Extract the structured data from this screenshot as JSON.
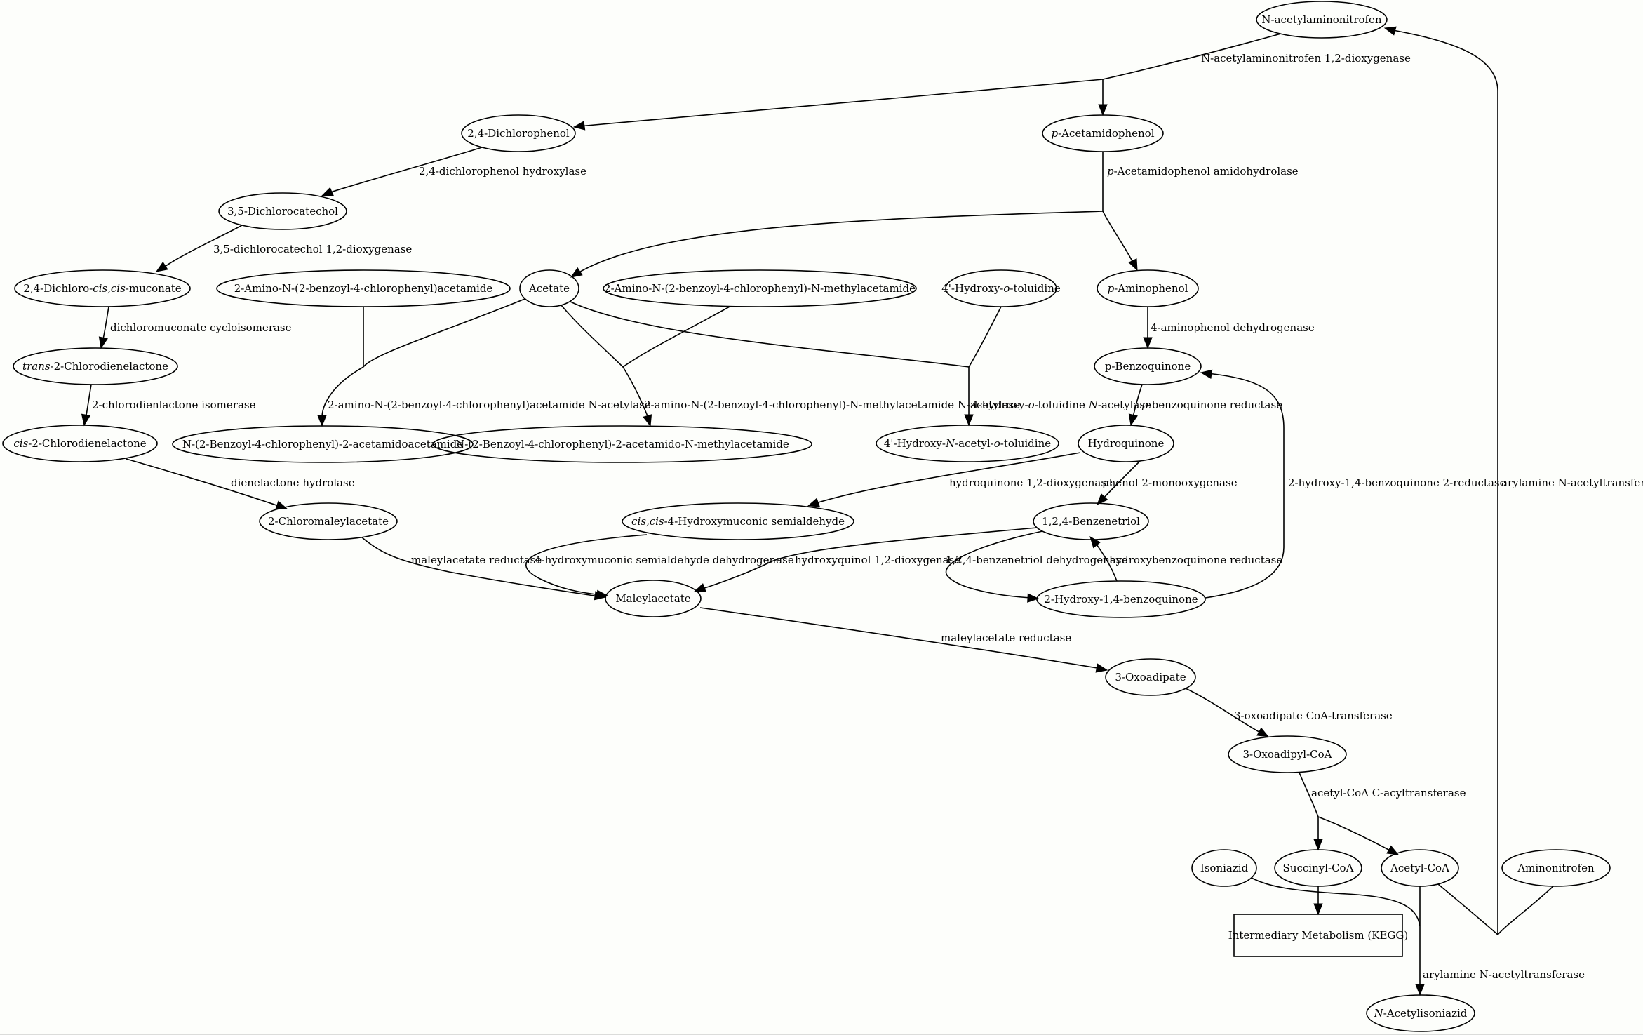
{
  "graph": {
    "nodes": {
      "n_acetylaminonitrofen": [
        {
          "t": "N-acetylaminonitrofen"
        }
      ],
      "dichlorophenol": [
        {
          "t": "2,4-Dichlorophenol"
        }
      ],
      "acetamidophenol": [
        {
          "t": "p",
          "i": true
        },
        {
          "t": "-Acetamidophenol"
        }
      ],
      "dichlorocatechol": [
        {
          "t": "3,5-Dichlorocatechol"
        }
      ],
      "dichloro_muconate": [
        {
          "t": "2,4-Dichloro-"
        },
        {
          "t": "cis,cis",
          "i": true
        },
        {
          "t": "-muconate"
        }
      ],
      "amino_benzoyl_acetamide": [
        {
          "t": "2-Amino-N-(2-benzoyl-4-chlorophenyl)acetamide"
        }
      ],
      "acetate": [
        {
          "t": "Acetate"
        }
      ],
      "amino_benzoyl_methylacetamide": [
        {
          "t": "2-Amino-N-(2-benzoyl-4-chlorophenyl)-N-methylacetamide"
        }
      ],
      "hydroxy_toluidine": [
        {
          "t": "4'-Hydroxy-"
        },
        {
          "t": "o",
          "i": true
        },
        {
          "t": "-toluidine"
        }
      ],
      "aminophenol": [
        {
          "t": "p",
          "i": true
        },
        {
          "t": "-Aminophenol"
        }
      ],
      "trans_chlorodienelactone": [
        {
          "t": "trans",
          "i": true
        },
        {
          "t": "-2-Chlorodienelactone"
        }
      ],
      "benzoquinone": [
        {
          "t": "p-Benzoquinone"
        }
      ],
      "cis_chlorodienelactone": [
        {
          "t": "cis",
          "i": true
        },
        {
          "t": "-2-Chlorodienelactone"
        }
      ],
      "benzoyl_acetamidoacetamide": [
        {
          "t": "N-(2-Benzoyl-4-chlorophenyl)-2-acetamidoacetamide"
        }
      ],
      "benzoyl_acetamido_methylacetamide": [
        {
          "t": "N-(2-Benzoyl-4-chlorophenyl)-2-acetamido-N-methylacetamide"
        }
      ],
      "hydroxy_acetyl_toluidine": [
        {
          "t": "4'-Hydroxy-"
        },
        {
          "t": "N",
          "i": true
        },
        {
          "t": "-acetyl-"
        },
        {
          "t": "o",
          "i": true
        },
        {
          "t": "-toluidine"
        }
      ],
      "hydroquinone": [
        {
          "t": "Hydroquinone"
        }
      ],
      "chloromaleylacetate": [
        {
          "t": "2-Chloromaleylacetate"
        }
      ],
      "hydroxymuconic_semialdehyde": [
        {
          "t": "cis,cis",
          "i": true
        },
        {
          "t": "-4-Hydroxymuconic semialdehyde"
        }
      ],
      "benzenetriol": [
        {
          "t": "1,2,4-Benzenetriol"
        }
      ],
      "maleylacetate": [
        {
          "t": "Maleylacetate"
        }
      ],
      "hydroxy_benzoquinone": [
        {
          "t": "2-Hydroxy-1,4-benzoquinone"
        }
      ],
      "oxoadipate": [
        {
          "t": "3-Oxoadipate"
        }
      ],
      "oxoadipyl_coa": [
        {
          "t": "3-Oxoadipyl-CoA"
        }
      ],
      "isoniazid": [
        {
          "t": "Isoniazid"
        }
      ],
      "succinyl_coa": [
        {
          "t": "Succinyl-CoA"
        }
      ],
      "acetyl_coa": [
        {
          "t": "Acetyl-CoA"
        }
      ],
      "aminonitrofen": [
        {
          "t": "Aminonitrofen"
        }
      ],
      "intermediary_metabolism": [
        {
          "t": "Intermediary Metabolism (KEGG)"
        }
      ],
      "acetylisoniazid": [
        {
          "t": "N",
          "i": true
        },
        {
          "t": "-Acetylisoniazid"
        }
      ]
    },
    "edge_labels": {
      "nitrofen_dioxygenase": [
        {
          "t": "N-acetylaminonitrofen 1,2-dioxygenase"
        }
      ],
      "dichlorophenol_hydroxylase": [
        {
          "t": "2,4-dichlorophenol hydroxylase"
        }
      ],
      "acetamidophenol_amidohydrolase": [
        {
          "t": "p",
          "i": true
        },
        {
          "t": "-Acetamidophenol amidohydrolase"
        }
      ],
      "dichlorocatechol_dioxygenase": [
        {
          "t": "3,5-dichlorocatechol 1,2-dioxygenase"
        }
      ],
      "aminophenol_dehydrogenase": [
        {
          "t": "4-aminophenol dehydrogenase"
        }
      ],
      "dichloromuconate_cycloisomerase": [
        {
          "t": "dichloromuconate cycloisomerase"
        }
      ],
      "chlorodienlactone_isomerase": [
        {
          "t": "2-chlorodienlactone isomerase"
        }
      ],
      "acetamide_acetylase": [
        {
          "t": "2-amino-N-(2-benzoyl-4-chlorophenyl)acetamide N-acetylase"
        }
      ],
      "methylacetamide_acetylase": [
        {
          "t": "2-amino-N-(2-benzoyl-4-chlorophenyl)-N-methylacetamide N-acetylase"
        }
      ],
      "toluidine_acetylase": [
        {
          "t": "4-hydroxy-"
        },
        {
          "t": "o",
          "i": true
        },
        {
          "t": "-toluidine "
        },
        {
          "t": "N",
          "i": true
        },
        {
          "t": "-acetylase"
        }
      ],
      "benzoquinone_reductase": [
        {
          "t": "p",
          "i": true
        },
        {
          "t": "-benzoquinone reductase"
        }
      ],
      "dienelactone_hydrolase": [
        {
          "t": "dienelactone hydrolase"
        }
      ],
      "hydroquinone_dioxygenase": [
        {
          "t": "hydroquinone 1,2-dioxygenase"
        }
      ],
      "phenol_monooxygenase": [
        {
          "t": "phenol 2-monooxygenase"
        }
      ],
      "hydroxybenzoquinone_2_reductase": [
        {
          "t": "2-hydroxy-1,4-benzoquinone 2-reductase"
        }
      ],
      "arylamine_transferase_nitrofen": [
        {
          "t": "arylamine N-acetyltransferase"
        }
      ],
      "maleylacetate_reductase_1": [
        {
          "t": "maleylacetate reductase"
        }
      ],
      "semialdehyde_dehydrogenase": [
        {
          "t": "4-hydroxymuconic semialdehyde dehydrogenase"
        }
      ],
      "hydroxyquinol_dioxygenase": [
        {
          "t": "hydroxyquinol 1,2-dioxygenase"
        }
      ],
      "benzenetriol_dehydrogenase": [
        {
          "t": "1,2,4-benzenetriol dehydrogenase"
        }
      ],
      "hydroxybenzoquinone_reductase": [
        {
          "t": "hydroxybenzoquinone reductase"
        }
      ],
      "maleylacetate_reductase_2": [
        {
          "t": "maleylacetate reductase"
        }
      ],
      "oxoadipate_transferase": [
        {
          "t": "3-oxoadipate CoA-transferase"
        }
      ],
      "acyltransferase": [
        {
          "t": "acetyl-CoA C-acyltransferase"
        }
      ],
      "arylamine_transferase_isoniazid": [
        {
          "t": "arylamine N-acetyltransferase"
        }
      ]
    }
  }
}
